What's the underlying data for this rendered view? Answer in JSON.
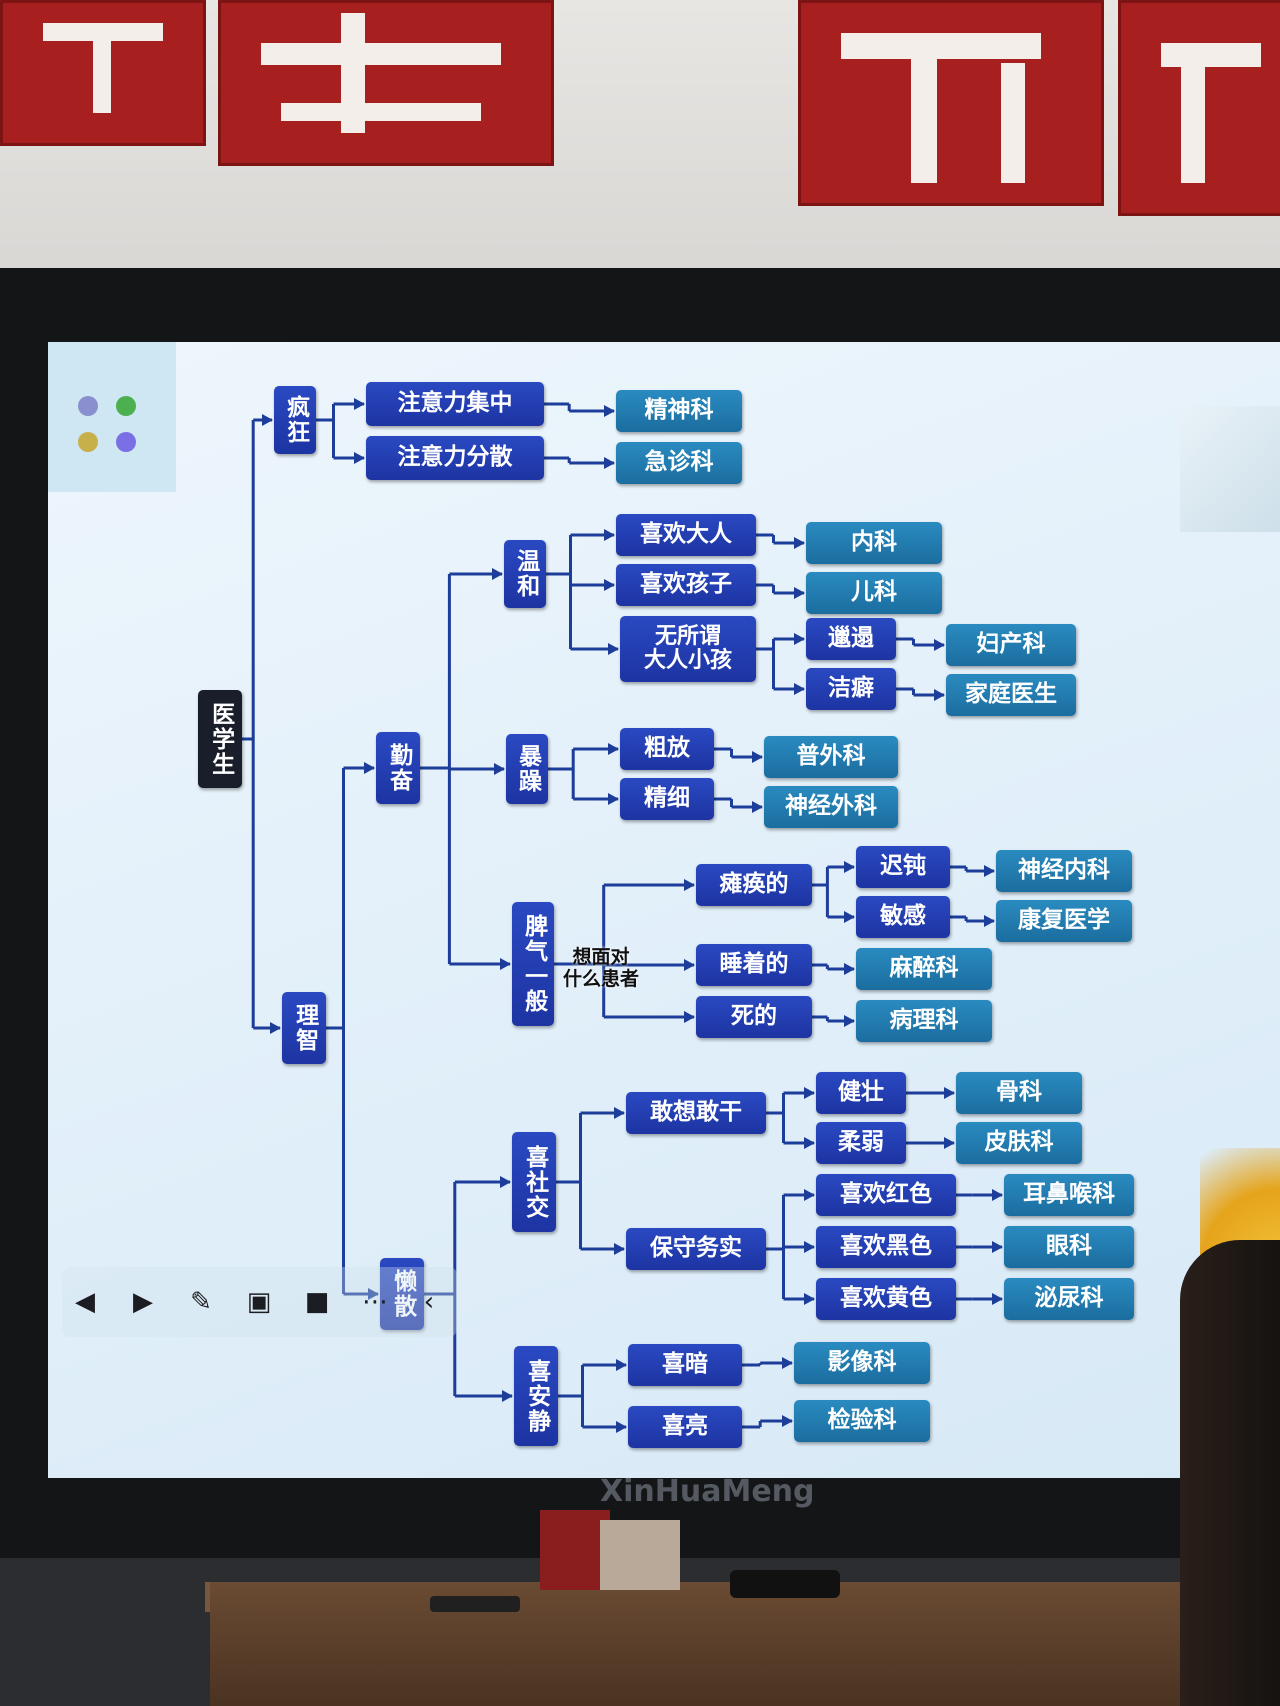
{
  "wall_banner": {
    "color": "#a81f1f"
  },
  "screen": {
    "watermark": "XinHuaMeng",
    "dot_colors": [
      "#8a8fd0",
      "#4caf50",
      "#c7b04a",
      "#7b6fe6"
    ]
  },
  "chart_data": {
    "type": "tree",
    "root": {
      "id": "root",
      "label": "医学生"
    },
    "nodes": [
      {
        "id": "crazy",
        "label": "疯狂",
        "parent": "root"
      },
      {
        "id": "rational",
        "label": "理智",
        "parent": "root"
      },
      {
        "id": "focus",
        "label": "注意力集中",
        "parent": "crazy"
      },
      {
        "id": "scatter",
        "label": "注意力分散",
        "parent": "crazy"
      },
      {
        "id": "psych",
        "label": "精神科",
        "parent": "focus"
      },
      {
        "id": "er",
        "label": "急诊科",
        "parent": "scatter"
      },
      {
        "id": "diligent",
        "label": "勤奋",
        "parent": "rational"
      },
      {
        "id": "lazy",
        "label": "懒散",
        "parent": "rational"
      },
      {
        "id": "gentle",
        "label": "温和",
        "parent": "diligent"
      },
      {
        "id": "irritable",
        "label": "暴躁",
        "parent": "diligent"
      },
      {
        "id": "average",
        "label": "脾气一般",
        "parent": "diligent"
      },
      {
        "id": "adults",
        "label": "喜欢大人",
        "parent": "gentle"
      },
      {
        "id": "internal",
        "label": "内科",
        "parent": "adults"
      },
      {
        "id": "kids",
        "label": "喜欢孩子",
        "parent": "gentle"
      },
      {
        "id": "peds",
        "label": "儿科",
        "parent": "kids"
      },
      {
        "id": "either",
        "label": "无所谓\n大人小孩",
        "parent": "gentle"
      },
      {
        "id": "sloppy",
        "label": "邋遢",
        "parent": "either"
      },
      {
        "id": "obgyn",
        "label": "妇产科",
        "parent": "sloppy"
      },
      {
        "id": "neat",
        "label": "洁癖",
        "parent": "either"
      },
      {
        "id": "family",
        "label": "家庭医生",
        "parent": "neat"
      },
      {
        "id": "rough",
        "label": "粗放",
        "parent": "irritable"
      },
      {
        "id": "gensurg",
        "label": "普外科",
        "parent": "rough"
      },
      {
        "id": "fine",
        "label": "精细",
        "parent": "irritable"
      },
      {
        "id": "neurosurg",
        "label": "神经外科",
        "parent": "fine"
      },
      {
        "id": "paralyzed",
        "label": "瘫痪的",
        "parent": "average"
      },
      {
        "id": "dull",
        "label": "迟钝",
        "parent": "paralyzed"
      },
      {
        "id": "neuro",
        "label": "神经内科",
        "parent": "dull"
      },
      {
        "id": "sensitive",
        "label": "敏感",
        "parent": "paralyzed"
      },
      {
        "id": "rehab",
        "label": "康复医学",
        "parent": "sensitive"
      },
      {
        "id": "asleep",
        "label": "睡着的",
        "parent": "average"
      },
      {
        "id": "anesth",
        "label": "麻醉科",
        "parent": "asleep"
      },
      {
        "id": "dead",
        "label": "死的",
        "parent": "average"
      },
      {
        "id": "patho",
        "label": "病理科",
        "parent": "dead"
      },
      {
        "id": "social",
        "label": "喜社交",
        "parent": "lazy"
      },
      {
        "id": "quiet",
        "label": "喜安静",
        "parent": "lazy"
      },
      {
        "id": "bold",
        "label": "敢想敢干",
        "parent": "social"
      },
      {
        "id": "strong",
        "label": "健壮",
        "parent": "bold"
      },
      {
        "id": "ortho",
        "label": "骨科",
        "parent": "strong"
      },
      {
        "id": "weak",
        "label": "柔弱",
        "parent": "bold"
      },
      {
        "id": "derm",
        "label": "皮肤科",
        "parent": "weak"
      },
      {
        "id": "practical",
        "label": "保守务实",
        "parent": "social"
      },
      {
        "id": "red",
        "label": "喜欢红色",
        "parent": "practical"
      },
      {
        "id": "ent",
        "label": "耳鼻喉科",
        "parent": "red"
      },
      {
        "id": "black",
        "label": "喜欢黑色",
        "parent": "practical"
      },
      {
        "id": "eye",
        "label": "眼科",
        "parent": "black"
      },
      {
        "id": "yellow",
        "label": "喜欢黄色",
        "parent": "practical"
      },
      {
        "id": "uro",
        "label": "泌尿科",
        "parent": "yellow"
      },
      {
        "id": "dark",
        "label": "喜暗",
        "parent": "quiet"
      },
      {
        "id": "imaging",
        "label": "影像科",
        "parent": "dark"
      },
      {
        "id": "bright",
        "label": "喜亮",
        "parent": "quiet"
      },
      {
        "id": "lab",
        "label": "检验科",
        "parent": "bright"
      }
    ],
    "annotations": [
      {
        "text": "想面对\n什么患者",
        "near": "average"
      }
    ]
  }
}
